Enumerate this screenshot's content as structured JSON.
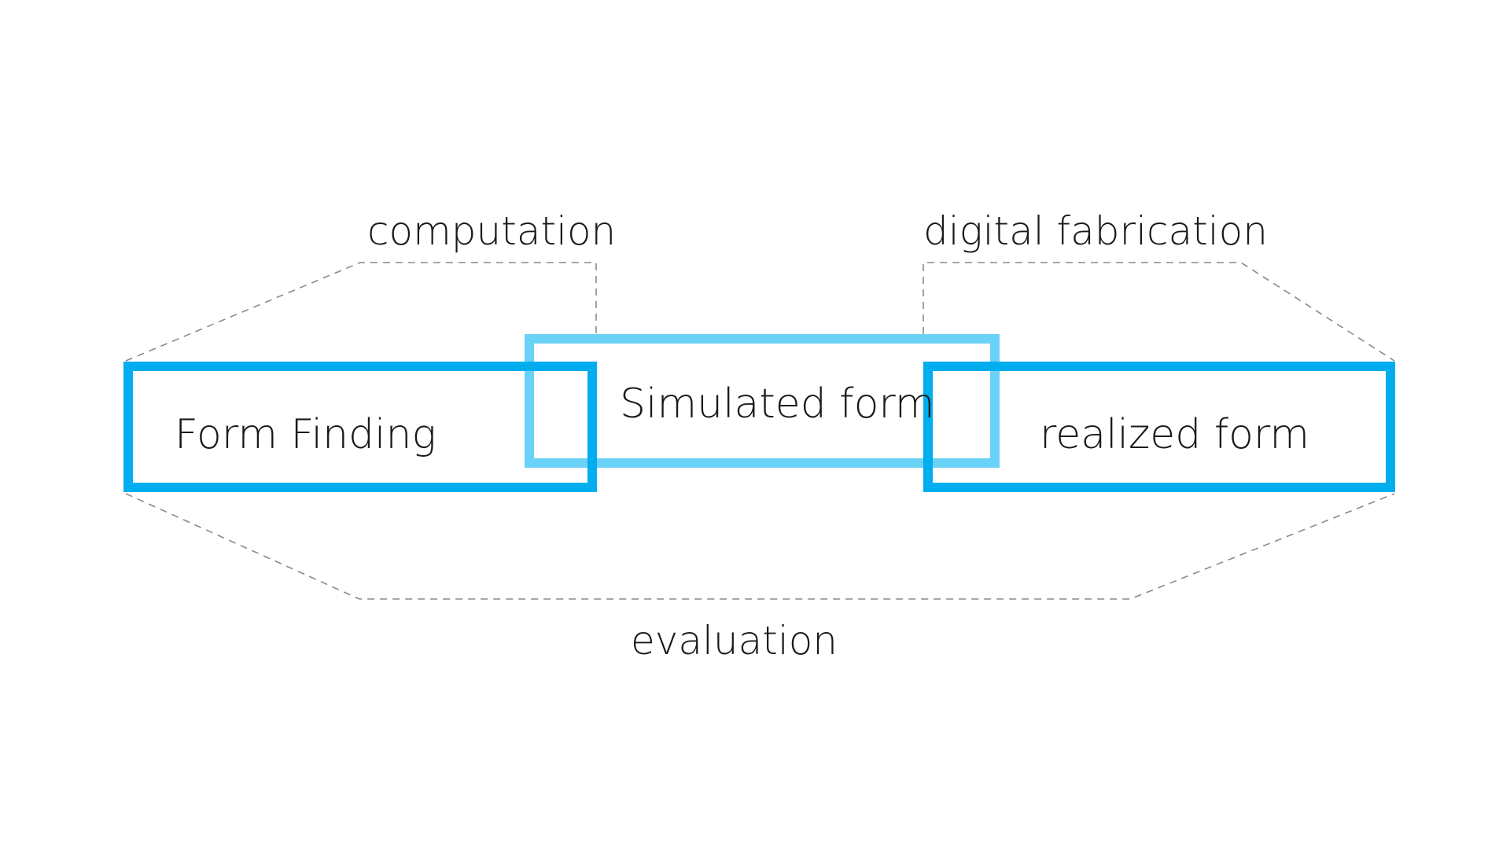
{
  "colors": {
    "primary_blue": "#00adef",
    "light_blue": "#6ad2f6",
    "dashed_line": "#8a8a8a",
    "text": "#1a1a1a"
  },
  "boxes": {
    "form_finding": "Form Finding",
    "simulated_form": "Simulated form",
    "realized_form": "realized form"
  },
  "phases": {
    "computation": "computation",
    "digital_fabrication": "digital fabrication",
    "evaluation": "evaluation"
  }
}
